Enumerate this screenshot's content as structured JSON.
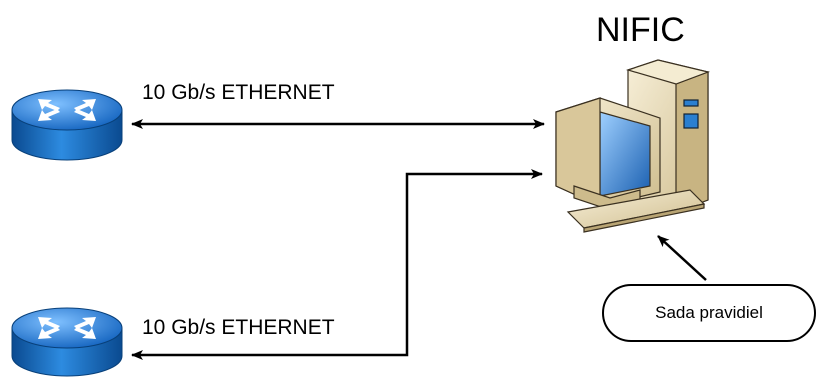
{
  "nodes": {
    "computer": {
      "label": "NIFIC",
      "icon": "desktop-computer-icon"
    },
    "router_top": {
      "icon": "router-icon"
    },
    "router_bottom": {
      "icon": "router-icon"
    },
    "rules": {
      "label": "Sada pravidiel"
    }
  },
  "links": {
    "top": {
      "label": "10 Gb/s ETHERNET"
    },
    "bottom": {
      "label": "10 Gb/s ETHERNET"
    }
  },
  "colors": {
    "router": "#1e74c8",
    "router_dark": "#0d4f96",
    "computer_beige": "#e9dcb8",
    "screen_blue": "#2a7fd0",
    "line": "#000000"
  }
}
